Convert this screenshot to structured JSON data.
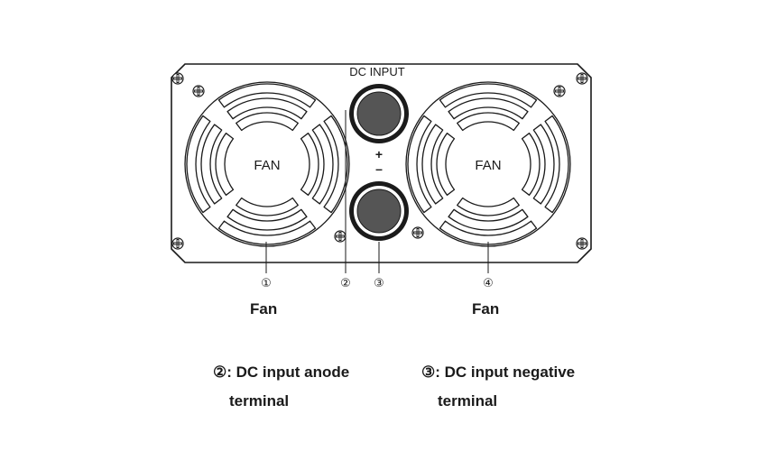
{
  "panel": {
    "header": "DC INPUT",
    "plus": "+",
    "minus": "–"
  },
  "fans": [
    {
      "label": "FAN"
    },
    {
      "label": "FAN"
    }
  ],
  "callouts": [
    "①",
    "②",
    "③",
    "④"
  ],
  "captions": {
    "left_fan": "Fan",
    "right_fan": "Fan"
  },
  "legend": [
    {
      "line1": "②: DC input anode",
      "line2": "terminal"
    },
    {
      "line1": "③: DC input negative",
      "line2": "terminal"
    }
  ],
  "colors": {
    "stroke": "#1a1a1a",
    "terminal_outer": "#1b1b1b",
    "terminal_inner": "#555555"
  }
}
